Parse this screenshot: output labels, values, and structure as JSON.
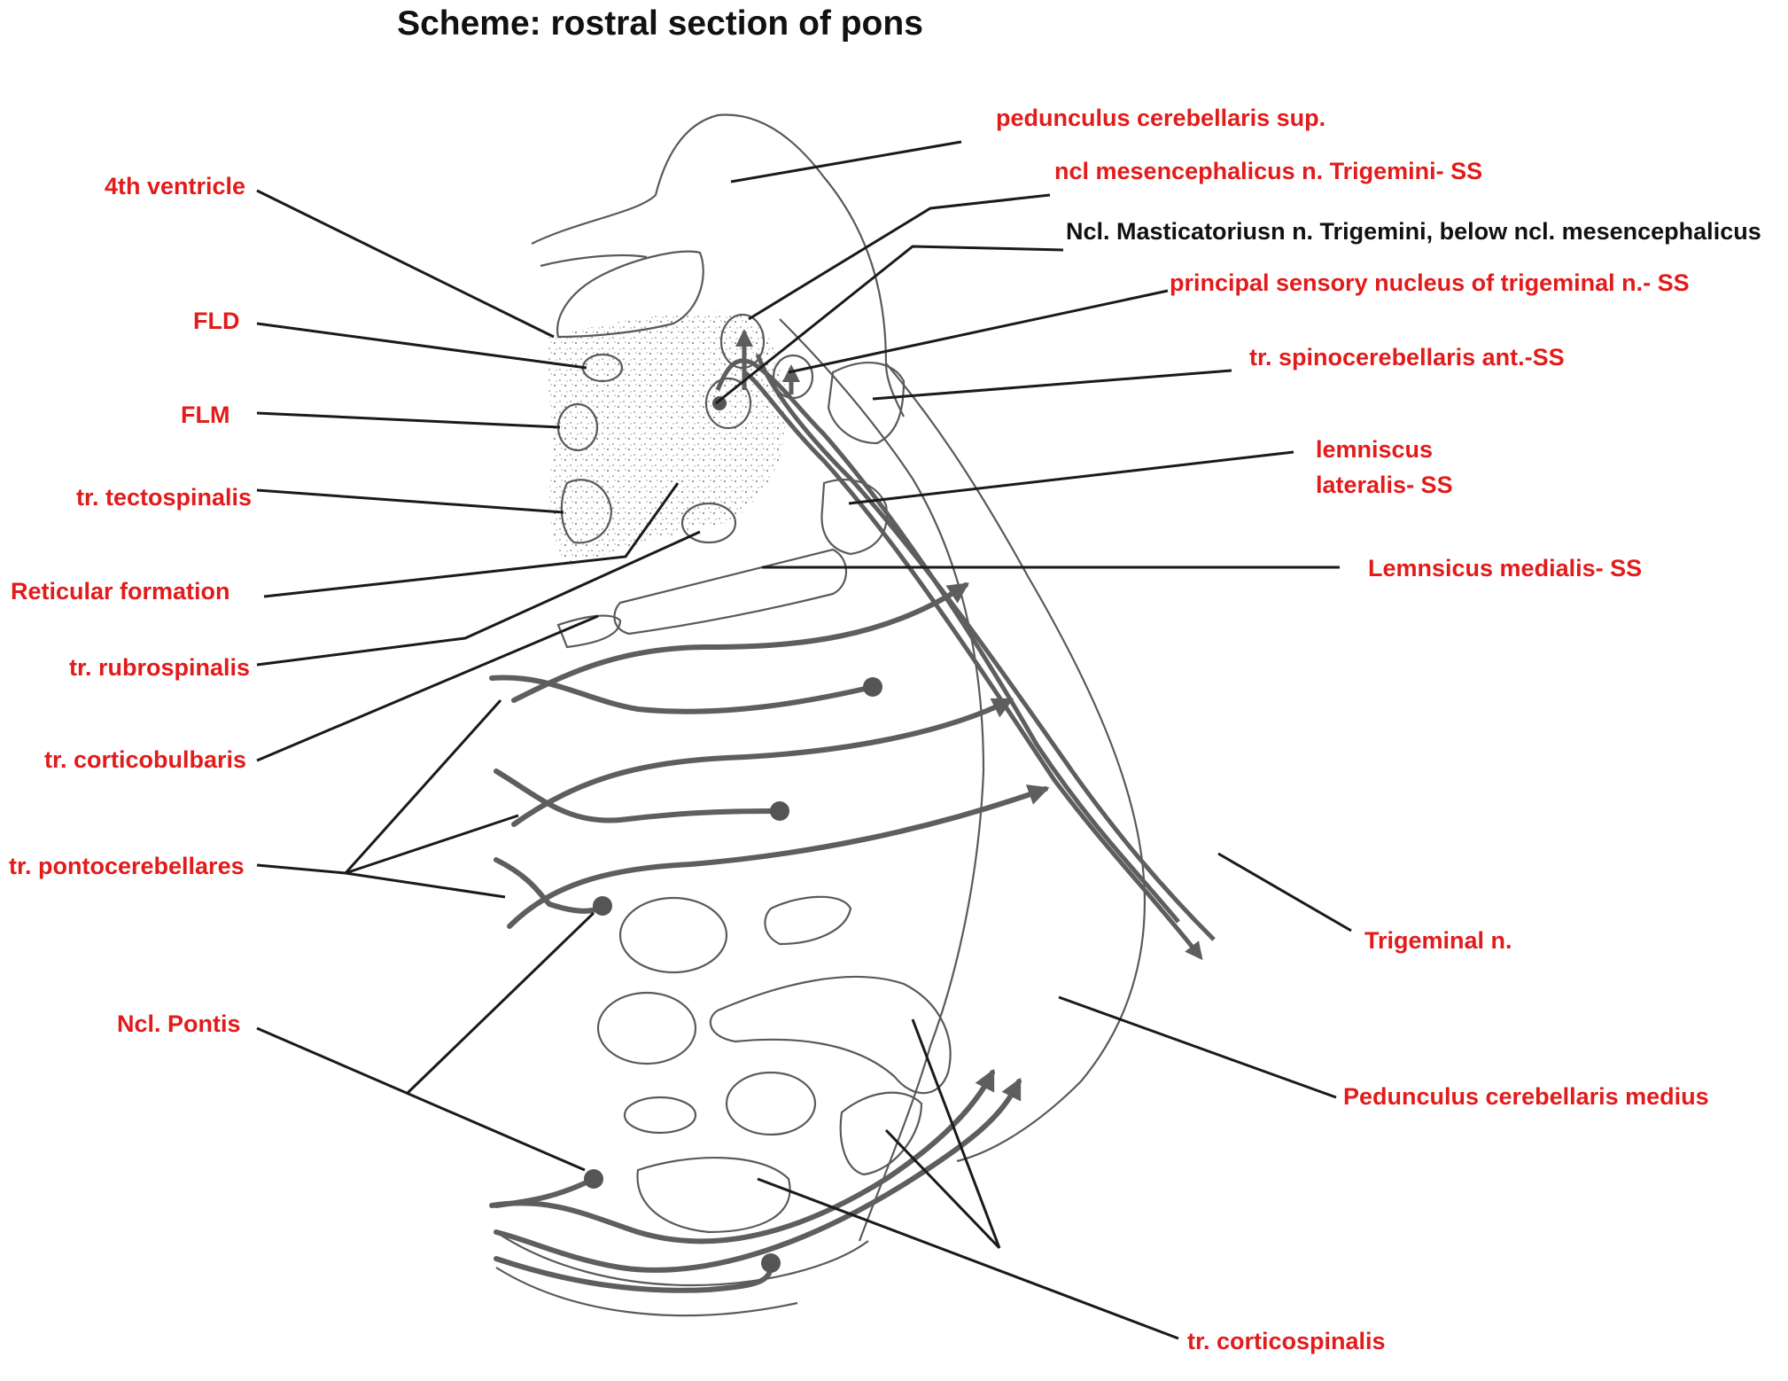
{
  "title": "Scheme: rostral section of pons",
  "labels": {
    "pedunculus_sup": "pedunculus cerebellaris sup.",
    "ncl_mesencephalicus": "ncl mesencephalicus n. Trigemini- SS",
    "ncl_masticatorius": "Ncl. Masticatoriusn n. Trigemini, below ncl. mesencephalicus",
    "principal_sensory": "principal sensory nucleus of trigeminal n.- SS",
    "spinocerebellaris": "tr. spinocerebellaris ant.-SS",
    "lemniscus_lateralis_1": "lemniscus",
    "lemniscus_lateralis_2": "lateralis- SS",
    "lemniscus_medialis": "Lemnsicus medialis- SS",
    "trigeminal": "Trigeminal n.",
    "pedunculus_medius": "Pedunculus cerebellaris medius",
    "corticospinalis": "tr. corticospinalis",
    "fourth_ventricle": "4th ventricle",
    "fld": "FLD",
    "flm": "FLM",
    "tectospinalis": "tr. tectospinalis",
    "reticular": "Reticular formation",
    "rubrospinalis": "tr. rubrospinalis",
    "corticobulbaris": "tr. corticobulbaris",
    "pontocerebellares": "tr. pontocerebellares",
    "ncl_pontis": "Ncl. Pontis"
  },
  "colors": {
    "label_red": "#e21b1b",
    "label_black": "#111111",
    "outline_gray": "#5a5a5a"
  }
}
